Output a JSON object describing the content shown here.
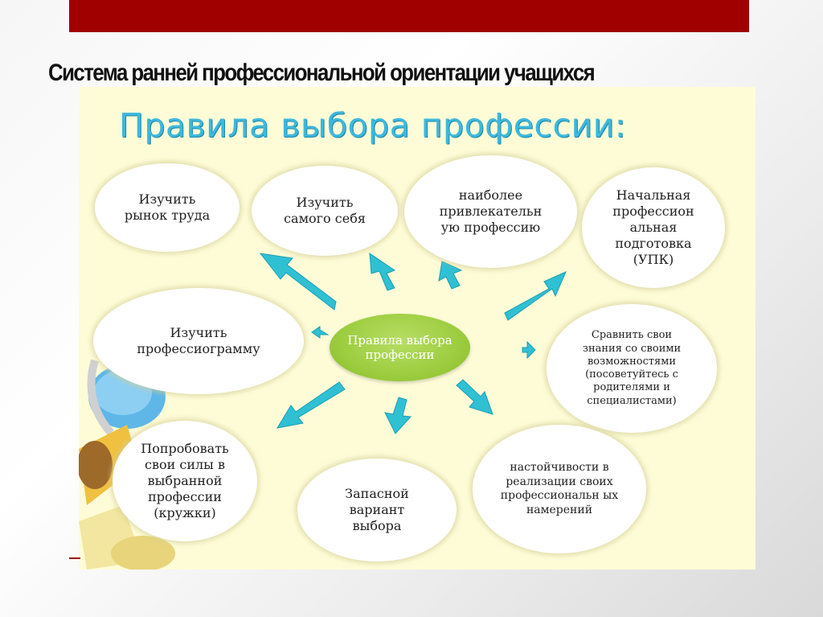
{
  "slide_title": "Система ранней профессиональной ориентации учащихся",
  "diagram": {
    "heading": "Правила выбора профессии:",
    "center": "Правила выбора профессии",
    "nodes": {
      "labor_market": "Изучить рынок труда",
      "study_self": "Изучить самого себя",
      "attractive_profession": "наиболее привлекательн ую профессию",
      "vocational_training": "Начальная профессион альная подготовка (УПК)",
      "professiogram": "Изучить профессиограмму",
      "compare_knowledge": "Сравнить свои знания со своими возможностями (посоветуйтесь с родителями и специалистами)",
      "try_strength": "Попробовать свои силы в выбранной профессии (кружки)",
      "backup_option": "Запасной вариант выбора",
      "persistence": "настойчивости в реализации своих профессиональн ых намерений"
    }
  },
  "colors": {
    "top_bar": "#a00000",
    "panel": "#fefcd7",
    "heading": "#3db8dc",
    "arrow": "#30c0d3",
    "center": "#9acb3c"
  }
}
